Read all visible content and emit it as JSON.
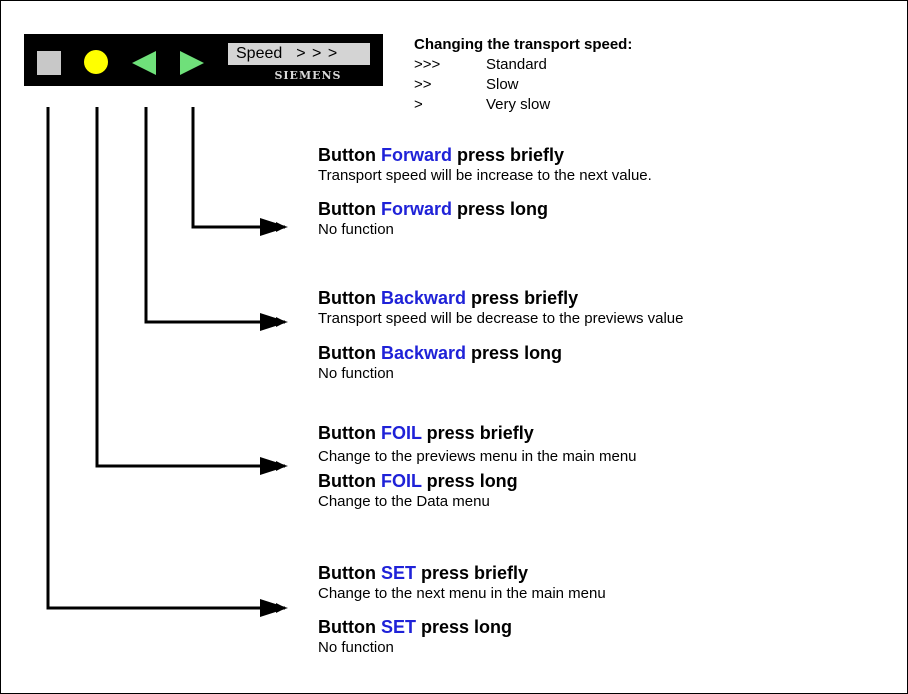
{
  "panel": {
    "display_label": "Speed",
    "display_value": "> > >",
    "brand": "SIEMENS",
    "colors": {
      "set": "#c8c8c8",
      "foil": "#ffff00",
      "arrows": "#6fe07a",
      "panel": "#000000"
    }
  },
  "legend": {
    "title": "Changing the transport speed:",
    "rows": [
      {
        "symbol": ">>>",
        "label": "Standard"
      },
      {
        "symbol": ">>",
        "label": "Slow"
      },
      {
        "symbol": ">",
        "label": "Very slow"
      }
    ]
  },
  "highlight_color": "#1f22d8",
  "descriptions": [
    {
      "prefix": "Button ",
      "name": "Forward",
      "suffix": " press briefly",
      "text": "Transport speed will be increase to the next value."
    },
    {
      "prefix": "Button ",
      "name": "Forward",
      "suffix": " press long",
      "text": "No function"
    },
    {
      "prefix": "Button ",
      "name": "Backward",
      "suffix": " press briefly",
      "text": "Transport speed will be decrease to the previews value"
    },
    {
      "prefix": "Button ",
      "name": "Backward",
      "suffix": " press long",
      "text": "No function"
    },
    {
      "prefix": "Button ",
      "name": "FOIL",
      "suffix": " press briefly",
      "text": "Change to the previews menu in the main menu"
    },
    {
      "prefix": "Button ",
      "name": "FOIL",
      "suffix": " press long",
      "text": "Change to the Data menu"
    },
    {
      "prefix": "Button ",
      "name": "SET",
      "suffix": " press briefly",
      "text": "Change to the next menu in the main menu"
    },
    {
      "prefix": "Button ",
      "name": "SET",
      "suffix": " press long",
      "text": "No function"
    }
  ]
}
